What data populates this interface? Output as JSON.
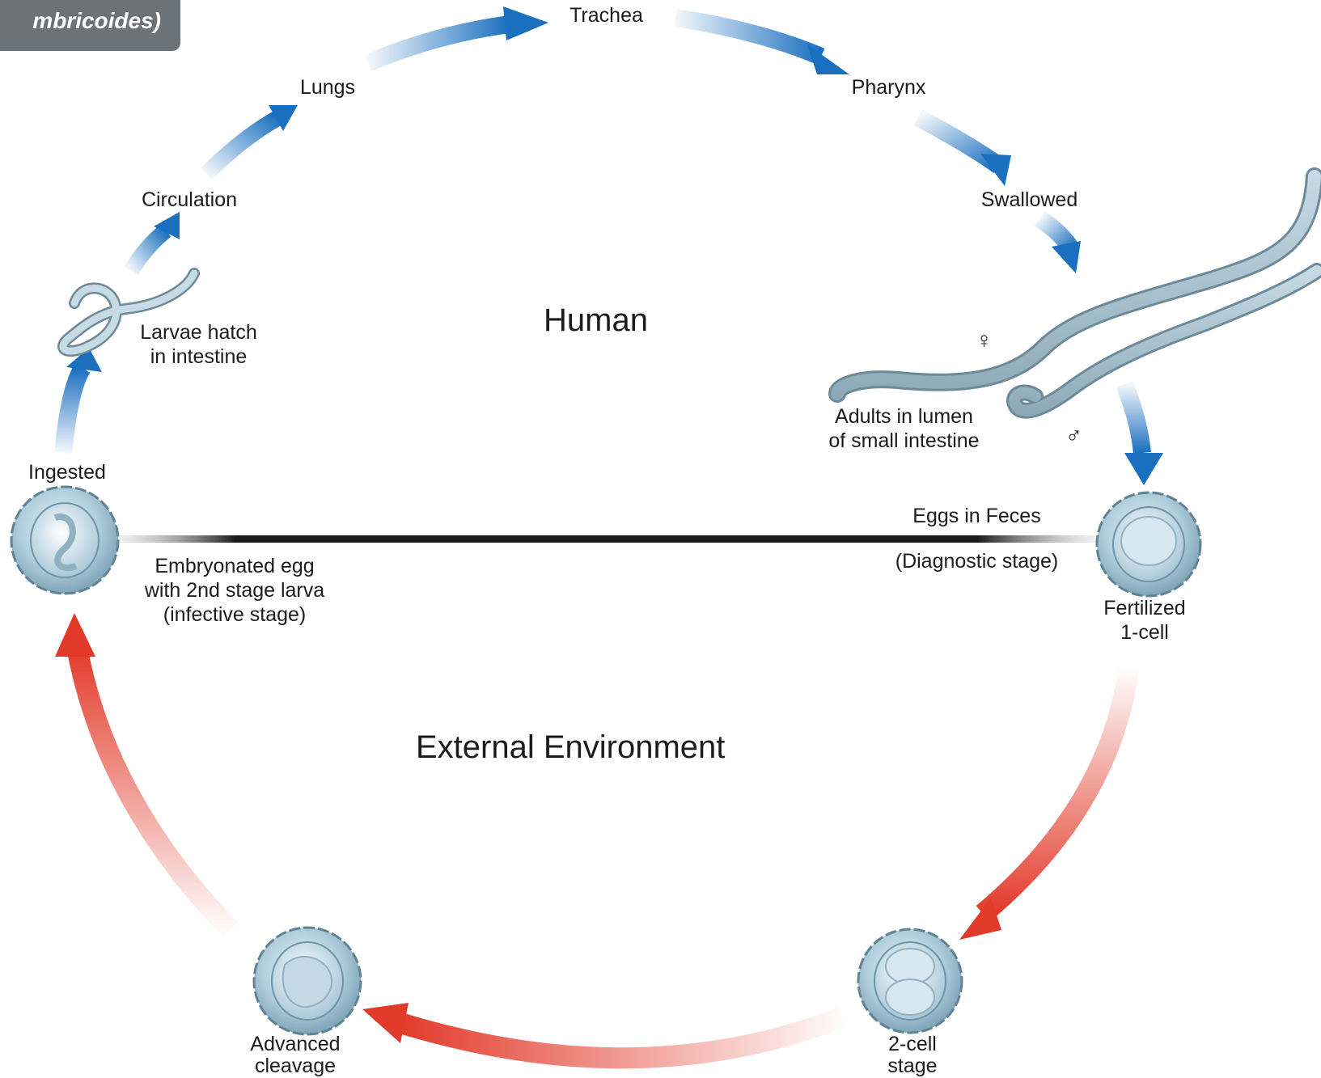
{
  "title": "mbricoides)",
  "regions": {
    "human": "Human",
    "external": "External Environment"
  },
  "labels": {
    "trachea": "Trachea",
    "lungs": "Lungs",
    "pharynx": "Pharynx",
    "circulation": "Circulation",
    "swallowed": "Swallowed",
    "larvae_1": "Larvae hatch",
    "larvae_2": "in intestine",
    "adults_1": "Adults in lumen",
    "adults_2": "of small intestine",
    "ingested": "Ingested",
    "eggs_feces": "Eggs in Feces",
    "diagnostic": "(Diagnostic stage)",
    "embryo_1": "Embryonated egg",
    "embryo_2": "with 2nd stage larva",
    "embryo_3": "(infective stage)",
    "fertilized_1": "Fertilized",
    "fertilized_2": "1-cell",
    "advanced_1": "Advanced",
    "advanced_2": "cleavage",
    "twocell_1": "2-cell",
    "twocell_2": "stage"
  },
  "symbols": {
    "female": "♀",
    "male": "♂"
  },
  "colors": {
    "human_arrow": "#1a6fbf",
    "external_arrow": "#e23a2a",
    "egg": "#a9c9d8",
    "worm": "#9fb9c6"
  }
}
